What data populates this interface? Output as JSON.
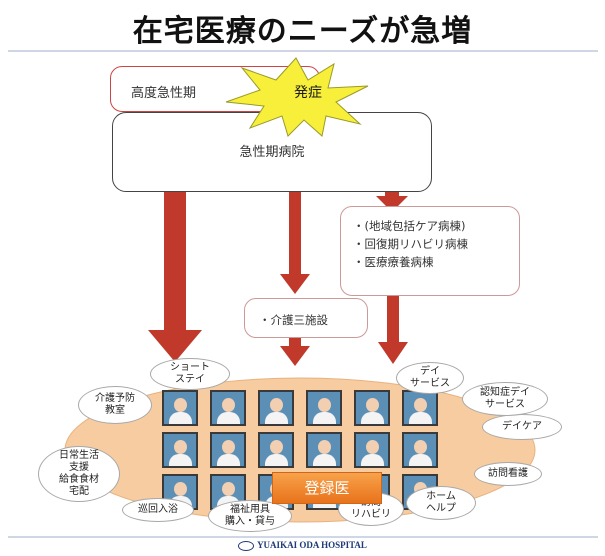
{
  "title": "在宅医療のニーズが急増",
  "burst_label": "発症",
  "acute_high_label": "高度急性期",
  "acute_hospital_label": "急性期病院",
  "community_items": [
    "・(地域包括ケア病棟)",
    "・回復期リハビリ病棟",
    "・医療療養病棟"
  ],
  "care_facilities_label": "・介護三施設",
  "registered_doctor_label": "登録医",
  "services": {
    "short_stay": "ショート\nステイ",
    "prevention_class": "介護予防\n教室",
    "daily_support": "日常生活\n支援\n給食食材\n宅配",
    "bath_visit": "巡回入浴",
    "welfare_equipment": "福祉用具\n購入・貸与",
    "visit_rehab": "訪問\nリハビリ",
    "home_help": "ホーム\nヘルプ",
    "visit_nursing": "訪問看護",
    "day_care": "デイケア",
    "dementia_day": "認知症デイ\nサービス",
    "day_service": "デイ\nサービス"
  },
  "footer": "YUAIKAI ODA HOSPITAL",
  "colors": {
    "arrow": "#c0392b",
    "burst_fill": "#f7ef3a",
    "ellipse_fill": "#f6cca0",
    "registered_fill": "#ef8a2e",
    "footer_text": "#1e3a78"
  }
}
